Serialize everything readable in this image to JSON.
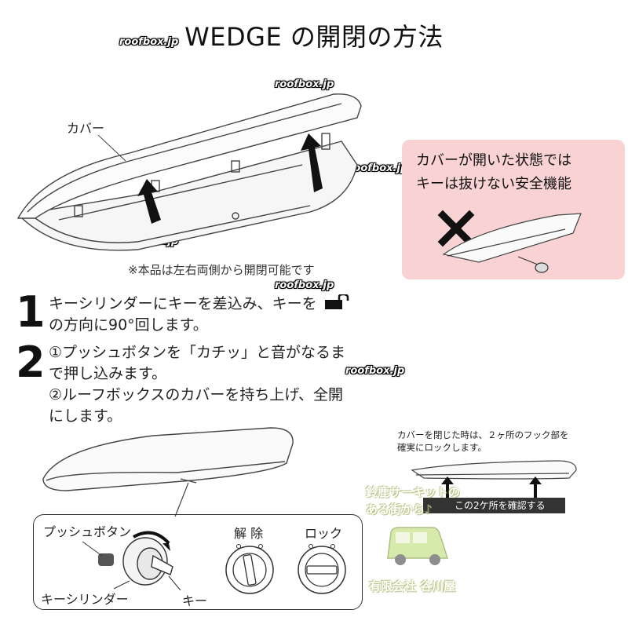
{
  "title": "WEDGE の開閉の方法",
  "watermark": "roofbox.jp",
  "top_figure": {
    "cover_label": "カバー",
    "note": "※本品は左右両側から開閉可能です"
  },
  "warning_box": {
    "line1": "カバーが開いた状態では",
    "line2": "キーは抜けない安全機能"
  },
  "steps": [
    {
      "number": "1",
      "line1": "キーシリンダーにキーを差込み、キーを",
      "line2": "の方向に90°回します。"
    },
    {
      "number": "2",
      "line1": "①プッシュボタンを「カチッ」と音がなるま",
      "line2": "で押し込みます。",
      "line3": "②ルーフボックスのカバーを持ち上げ、全開",
      "line4": "にします。"
    }
  ],
  "hook_note": {
    "line1": "カバーを閉じた時は、２ヶ所のフック部を",
    "line2": "確実にロックします。",
    "bar_label": "この2ケ所を確認する"
  },
  "inset": {
    "push_button_label": "プッシュボタン",
    "key_cylinder_label": "キーシリンダー",
    "key_label": "キー",
    "unlock_label": "解 除",
    "lock_label": "ロック"
  },
  "shop": {
    "line1": "鈴鹿サーキットの",
    "line2": "ある街から♪",
    "line3": "有限会社 谷川屋"
  },
  "colors": {
    "warning_bg": "#f9d2d3",
    "dark_bar": "#333333",
    "watermark_outline": "#000000"
  }
}
